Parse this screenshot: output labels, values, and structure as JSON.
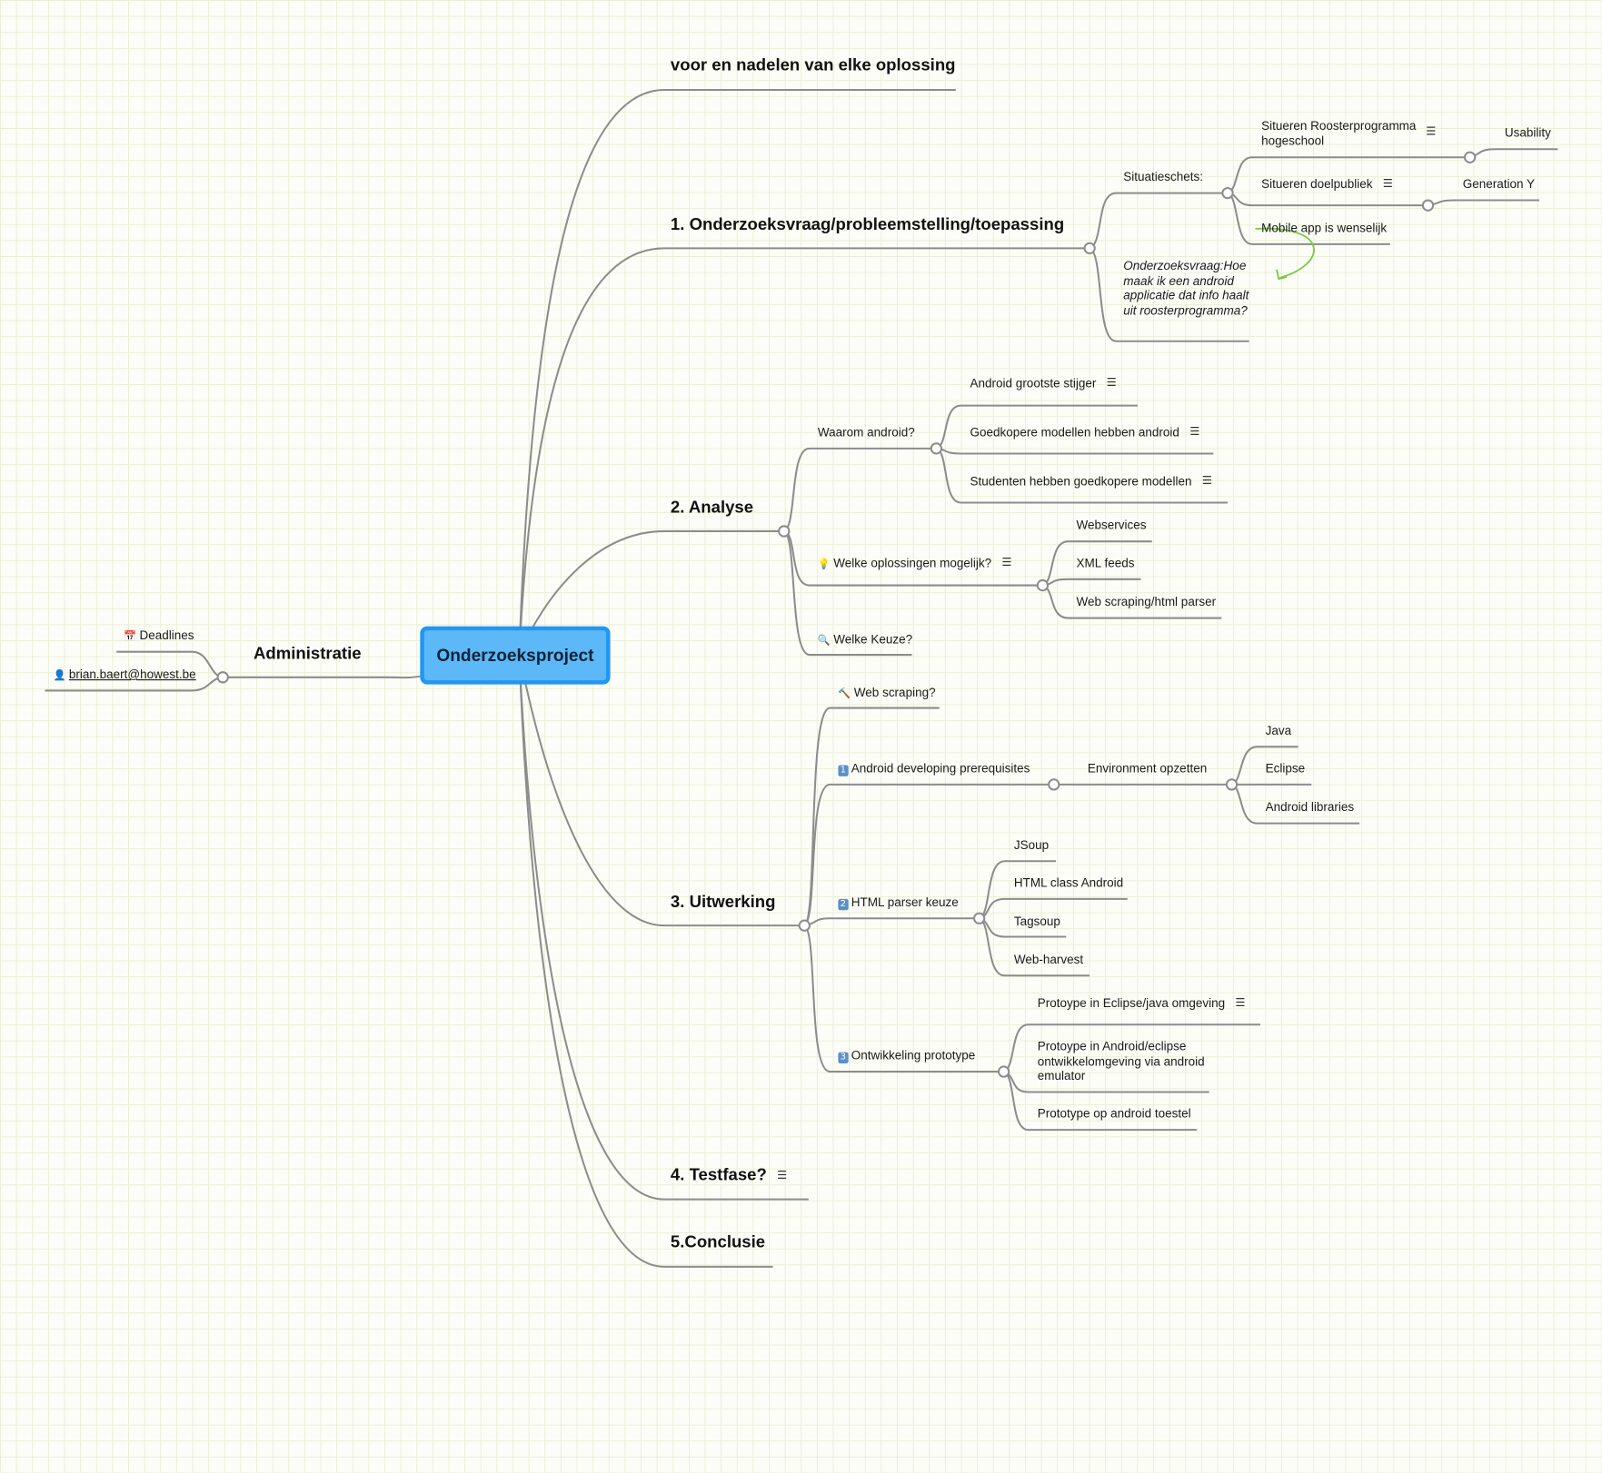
{
  "central": "Onderzoeksproject",
  "branches": {
    "voor": "voor en nadelen van elke oplossing",
    "onderzoeksvraag": {
      "title": "1. Onderzoeksvraag/probleemstelling/toepassing",
      "situatieschets": {
        "label": "Situatieschets:",
        "situeren_rooster": "Situeren Roosterprogramma hogeschool",
        "usability": "Usability",
        "situeren_doelpubliek": "Situeren doelpubliek",
        "generation_y": "Generation Y",
        "mobile_app": "Mobile app is wenselijk"
      },
      "vraag": "Onderzoeksvraag:Hoe maak ik een android applicatie dat info haalt uit roosterprogramma?"
    },
    "analyse": {
      "title": "2. Analyse",
      "waarom": {
        "label": "Waarom android?",
        "items": [
          "Android grootste stijger",
          "Goedkopere modellen hebben android",
          "Studenten hebben goedkopere modellen"
        ]
      },
      "welke_oplossingen": {
        "label": "Welke oplossingen mogelijk?",
        "items": [
          "Webservices",
          "XML feeds",
          "Web scraping/html parser"
        ]
      },
      "welke_keuze": "Welke Keuze?"
    },
    "uitwerking": {
      "title": "3. Uitwerking",
      "web_scraping": "Web scraping?",
      "prereq": {
        "label": "Android developing prerequisites",
        "env": "Environment opzetten",
        "items": [
          "Java",
          "Eclipse",
          "Android libraries"
        ]
      },
      "parser": {
        "label": "HTML parser keuze",
        "items": [
          "JSoup",
          "HTML class Android",
          "Tagsoup",
          "Web-harvest"
        ]
      },
      "prototype": {
        "label": "Ontwikkeling prototype",
        "items": [
          "Protoype in Eclipse/java omgeving",
          "Protoype in Android/eclipse ontwikkelomgeving via android emulator",
          "Prototype op android toestel"
        ]
      }
    },
    "testfase": "4. Testfase?",
    "conclusie": "5.Conclusie",
    "administratie": {
      "title": "Administratie",
      "deadlines": "Deadlines",
      "email": "brian.baert@howest.be"
    }
  },
  "icons": {
    "note": "note-icon",
    "calendar": "calendar-icon",
    "person": "person-icon",
    "bulb": "lightbulb-icon",
    "magnifier": "magnifier-icon",
    "hammer": "hammer-icon",
    "numbers": [
      "1",
      "2",
      "3"
    ]
  },
  "colors": {
    "central_fill": "#5cb8f6",
    "central_border": "#2196f3",
    "connector": "#8c8c8c",
    "relationship_arrow": "#7ac943"
  }
}
